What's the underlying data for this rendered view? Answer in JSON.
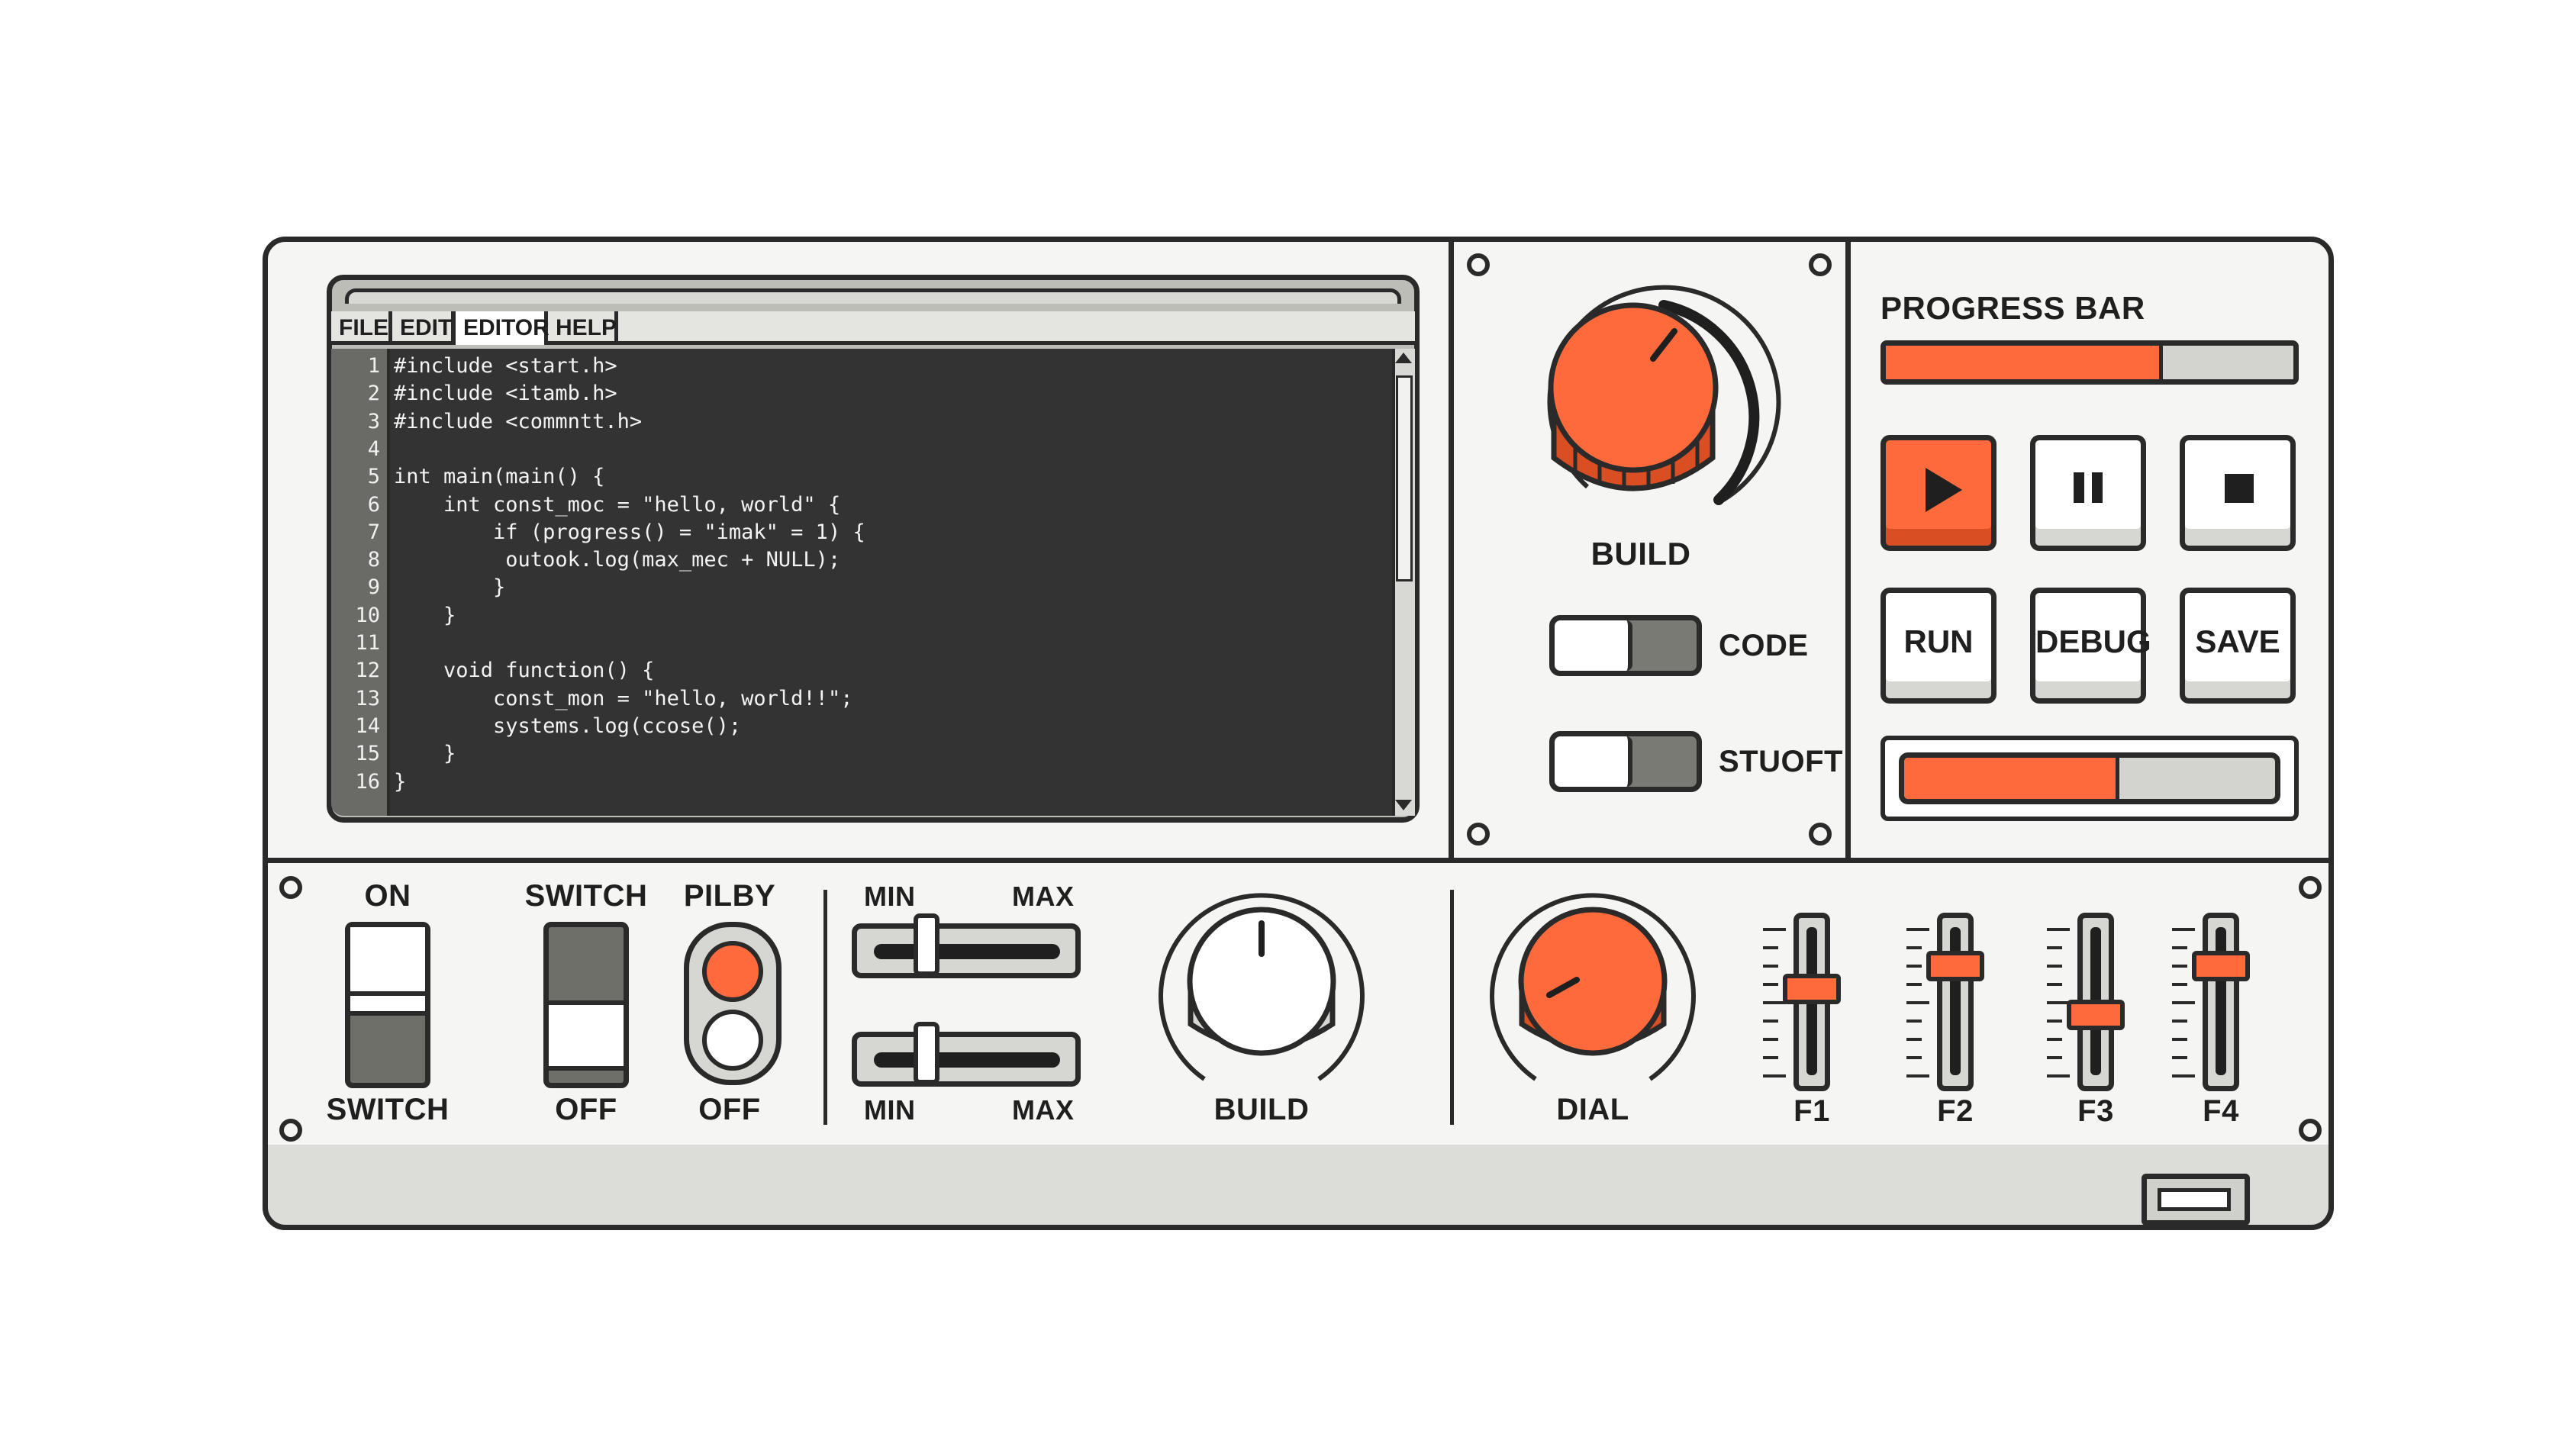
{
  "editor": {
    "menu": [
      "FILE",
      "EDIT",
      "EDITOR",
      "HELP"
    ],
    "active_menu": "EDITOR",
    "line_numbers": [
      "1",
      "2",
      "3",
      "4",
      "5",
      "6",
      "7",
      "8",
      "9",
      "10",
      "11",
      "12",
      "13",
      "14",
      "15",
      "16"
    ],
    "code_lines": [
      "#include <start.h>",
      "#include <itamb.h>",
      "#include <commntt.h>",
      "",
      "int main(main() {",
      "    int const_moc = \"hello, world\" {",
      "        if (progress() = \"imak\" = 1) {",
      "         outook.log(max_mec + NULL);",
      "        }",
      "    }",
      "",
      "    void function() {",
      "        const_mon = \"hello, world!!\";",
      "        systems.log(ccose();",
      "    }",
      "}"
    ]
  },
  "center_panel": {
    "knob_label": "BUILD",
    "toggle_code_label": "CODE",
    "toggle_stuoft_label": "STUOFT"
  },
  "right_panel": {
    "progress_label": "PROGRESS BAR",
    "progress_value": 0.67,
    "secondary_progress_value": 0.57,
    "run_label": "RUN",
    "debug_label": "DEBUG",
    "save_label": "SAVE"
  },
  "bottom_panel": {
    "switch_on_top_label": "ON",
    "switch_on_bottom_label": "SWITCH",
    "switch_off_top_label": "SWITCH",
    "switch_off_bottom_label": "OFF",
    "pilby_top_label": "PILBY",
    "pilby_bottom_label": "OFF",
    "slider_top_min": "MIN",
    "slider_top_max": "MAX",
    "slider_bottom_min": "MIN",
    "slider_bottom_max": "MAX",
    "slider_top_value": 0.27,
    "slider_bottom_value": 0.27,
    "build_knob_label": "BUILD",
    "dial_label": "DIAL",
    "faders": [
      {
        "label": "F1",
        "value": 0.6
      },
      {
        "label": "F2",
        "value": 0.77
      },
      {
        "label": "F3",
        "value": 0.4
      },
      {
        "label": "F4",
        "value": 0.77
      }
    ]
  },
  "colors": {
    "accent": "#ff6a3d",
    "outline": "#2a2a2a",
    "code_bg": "#333333",
    "panel": "#f5f5f3"
  }
}
